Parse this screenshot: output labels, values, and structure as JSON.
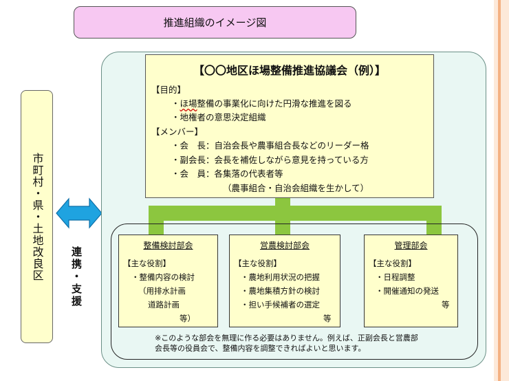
{
  "title": "推進組織のイメージ図",
  "left_box": {
    "label": "市町村・県・土地改良区"
  },
  "liaison": {
    "label": "連携・支援"
  },
  "council": {
    "title": "【〇〇地区ほ場整備推進協議会（例）】",
    "purpose_heading": "【目的】",
    "purposes": [
      "・ほ場整備の事業化に向けた円滑な推進を図る",
      "・地権者の意思決定組織"
    ],
    "member_heading": "【メンバー】",
    "members": [
      "・会　長：自治会長や農事組合長などのリーダー格",
      "・副会長：会長を補佐しながら意見を持っている方",
      "・会　員：各集落の代表者等",
      "（農事組合・自治会組織を生かして）"
    ]
  },
  "subcommittees": [
    {
      "name": "整備検討部会",
      "roles_heading": "【主な役割】",
      "roles": [
        "・整備内容の検討",
        "（用排水計画",
        "道路計画",
        "等）"
      ]
    },
    {
      "name": "営農検討部会",
      "roles_heading": "【主な役割】",
      "roles": [
        "・農地利用状況の把握",
        "・農地集積方針の検討",
        "・担い手候補者の選定",
        "等"
      ]
    },
    {
      "name": "管理部会",
      "roles_heading": "【主な役割】",
      "roles": [
        "・日程調整",
        "・開催通知の発送",
        "等"
      ]
    }
  ],
  "note": [
    "※このような部会を無理に作る必要はありません。例えば、正副会長と営農部",
    "会長等の役員会で、整備内容を調整できればよいと思います。"
  ],
  "colors": {
    "title_fill": "#f7c8f2",
    "box_fill": "#ffffcc",
    "outer_fill": "#e9f7f3",
    "connector": "#8cc63f",
    "arrow": "#1fa3e0"
  }
}
